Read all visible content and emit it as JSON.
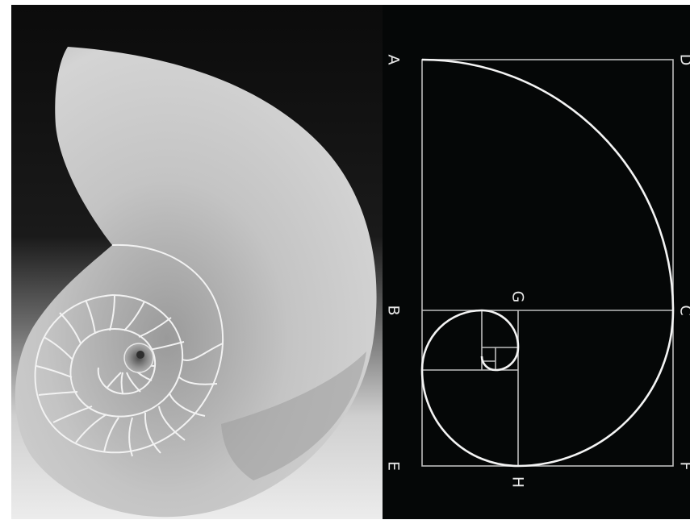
{
  "photo": {
    "subject": "nautilus-shell-cross-section",
    "background_dark": "#0c0c0c",
    "shell_light": "#c9c9c9",
    "shell_shadow": "#8a8a8a",
    "suture_color": "#f0f0f0"
  },
  "diagram": {
    "background": "#050707",
    "line_color": "#ececec",
    "labels": {
      "A": "A",
      "B": "B",
      "C": "C",
      "D": "D",
      "E": "E",
      "F": "F",
      "G": "G",
      "H": "H"
    }
  }
}
